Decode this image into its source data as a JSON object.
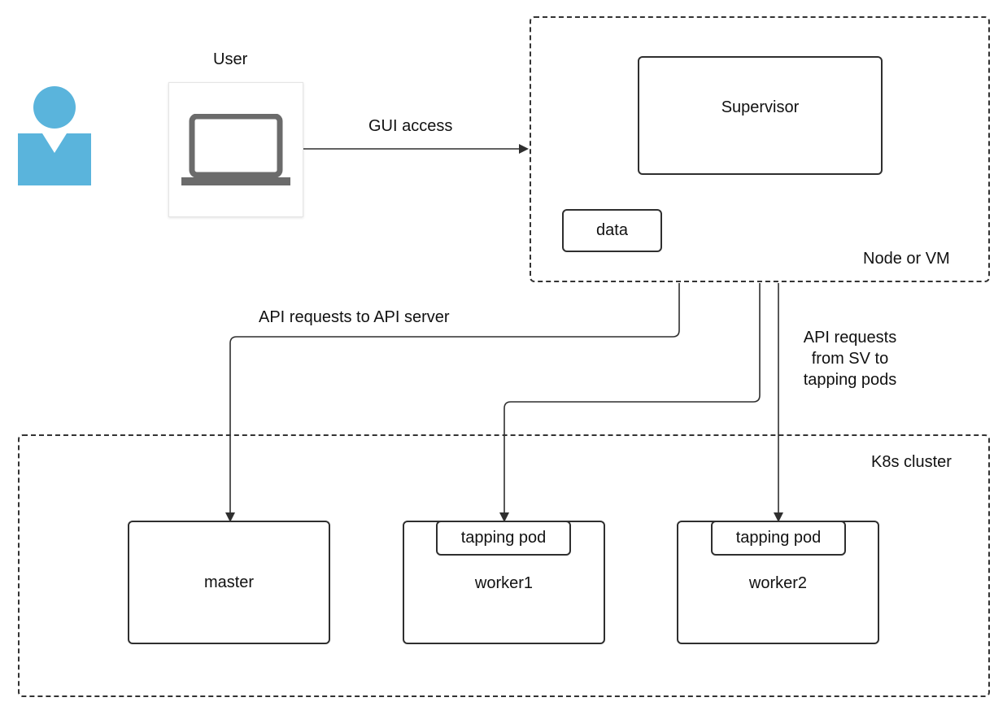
{
  "labels": {
    "user": "User",
    "gui_access": "GUI access",
    "supervisor": "Supervisor",
    "data": "data",
    "node_or_vm": "Node or VM",
    "api_to_server": "API requests to API server",
    "api_from_sv_line1": "API requests",
    "api_from_sv_line2": "from SV to",
    "api_from_sv_line3": "tapping pods",
    "k8s_cluster": "K8s cluster",
    "master": "master",
    "worker1": "worker1",
    "worker2": "worker2",
    "tapping_pod_1": "tapping pod",
    "tapping_pod_2": "tapping pod"
  },
  "icons": {
    "user": "person-icon",
    "laptop": "laptop-icon"
  },
  "colors": {
    "person": "#5ab4dc",
    "laptop": "#6b6b6b",
    "line": "#2f2f2f"
  }
}
